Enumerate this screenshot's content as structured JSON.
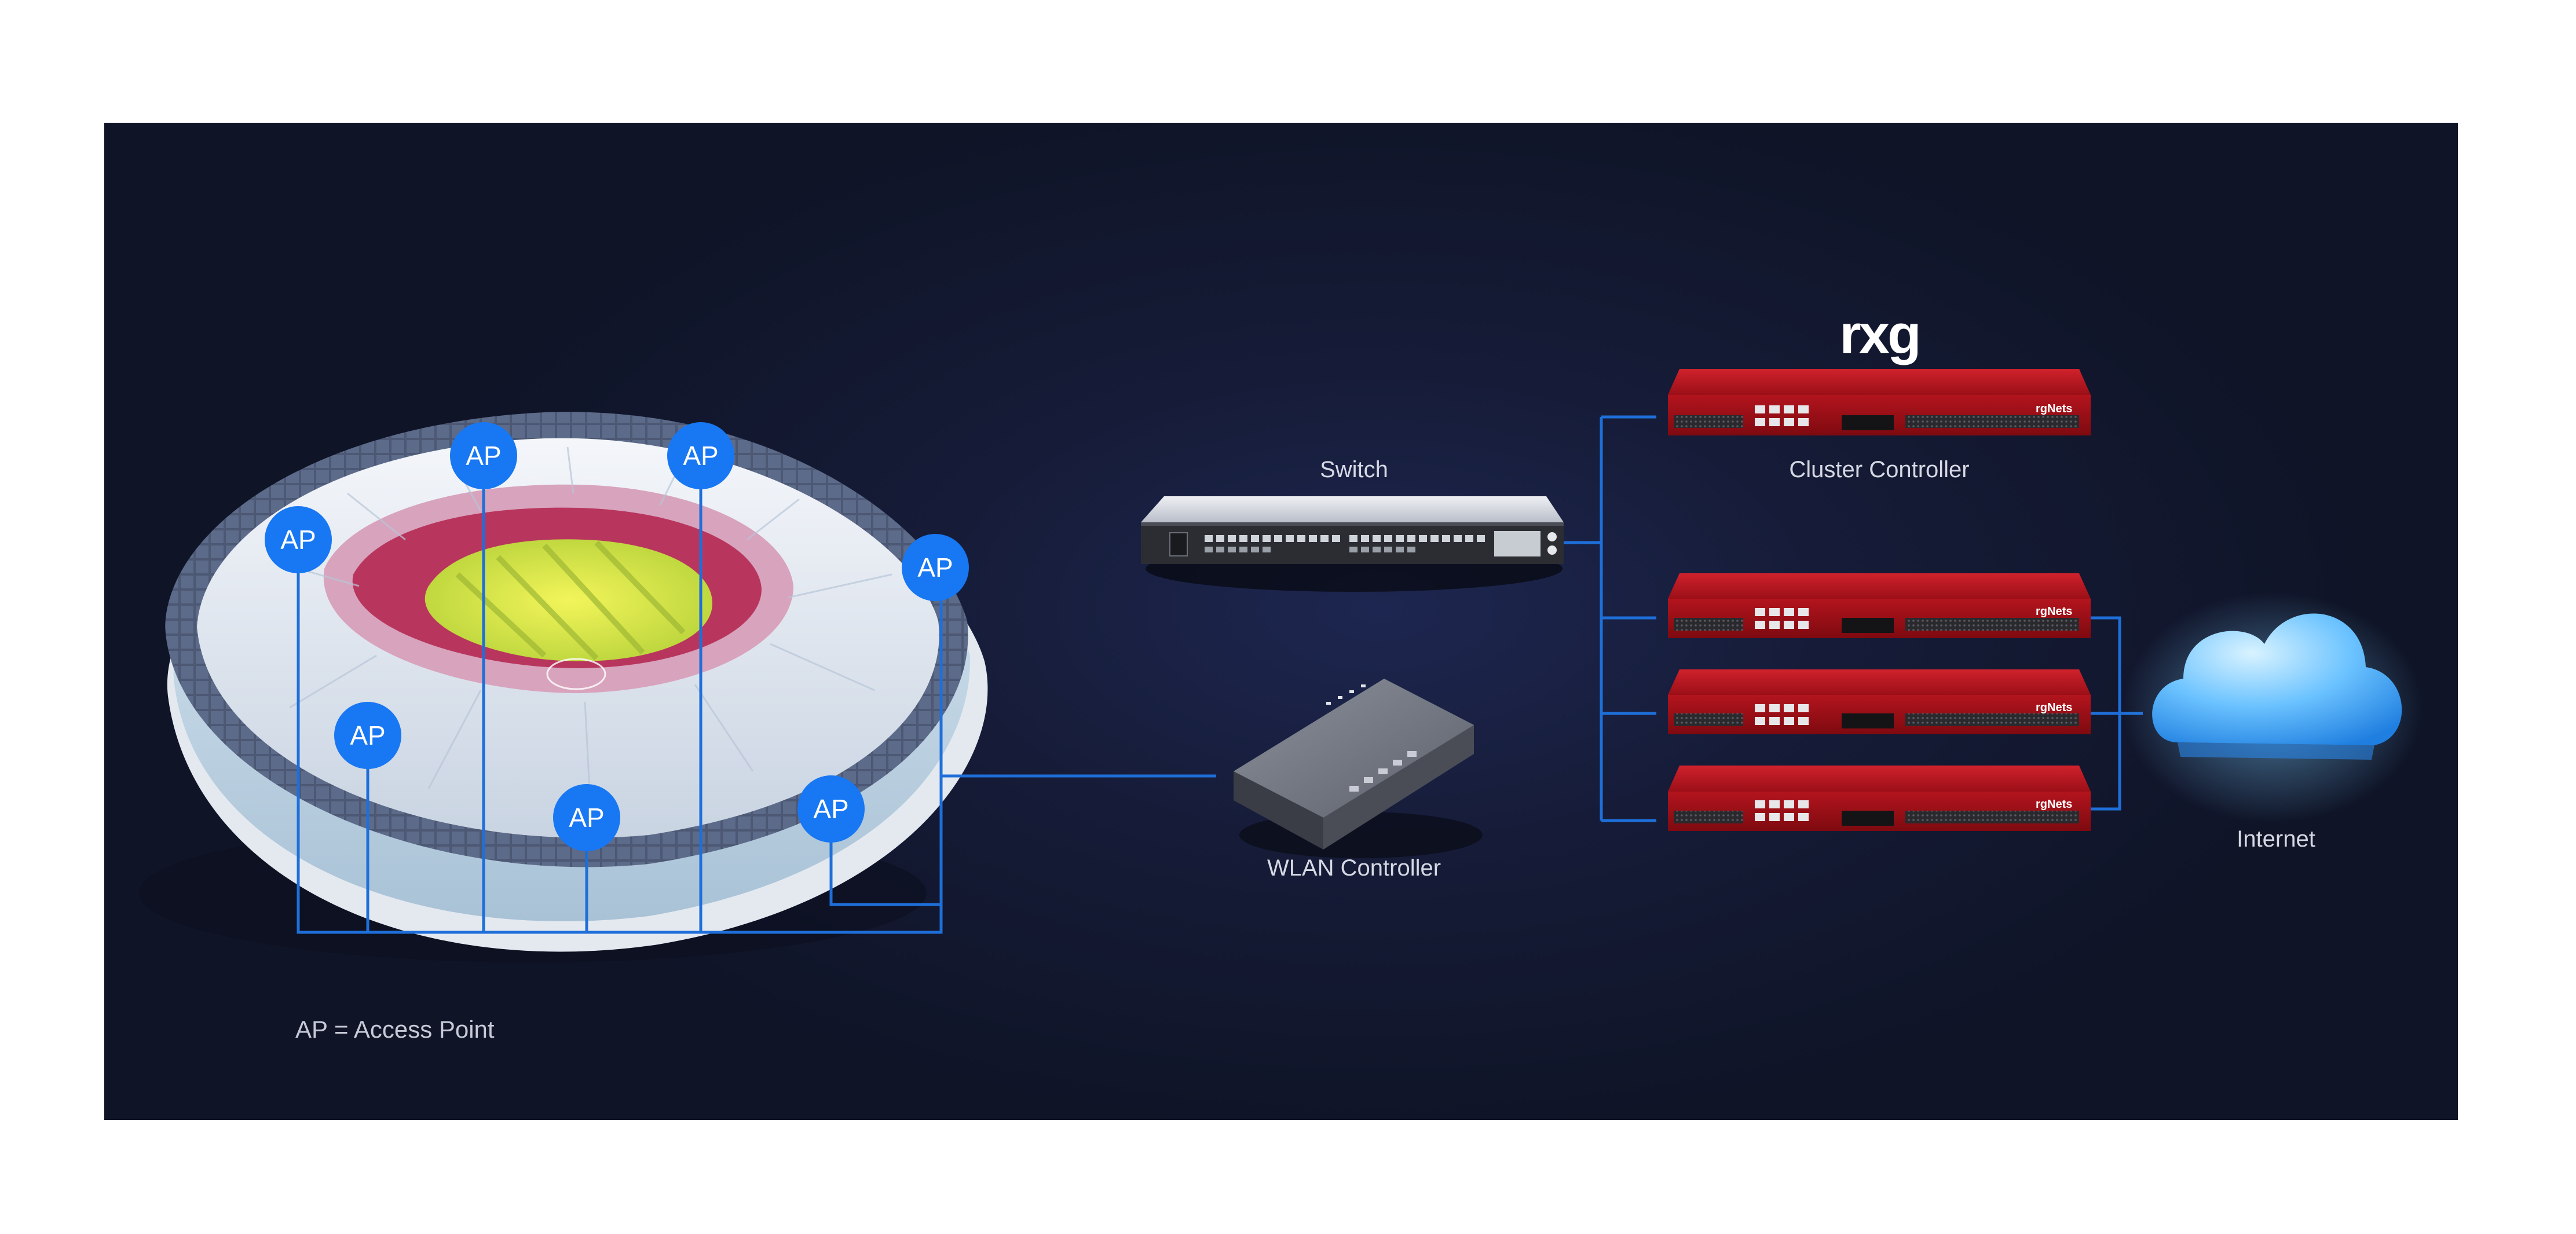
{
  "brand": {
    "logo_text": "rxg",
    "unit_badge": "rgNets"
  },
  "nodes": {
    "switch_label": "Switch",
    "wlan_label": "WLAN Controller",
    "cluster_label": "Cluster Controller",
    "internet_label": "Internet"
  },
  "access_points": {
    "badge_text": "AP",
    "count": 7
  },
  "legend": {
    "text": "AP = Access Point"
  },
  "colors": {
    "panel": "#141a33",
    "link": "#1e6fd9",
    "ap_badge": "#1877f2",
    "controller_red": "#b5121b",
    "cloud": "#58b9ff"
  }
}
